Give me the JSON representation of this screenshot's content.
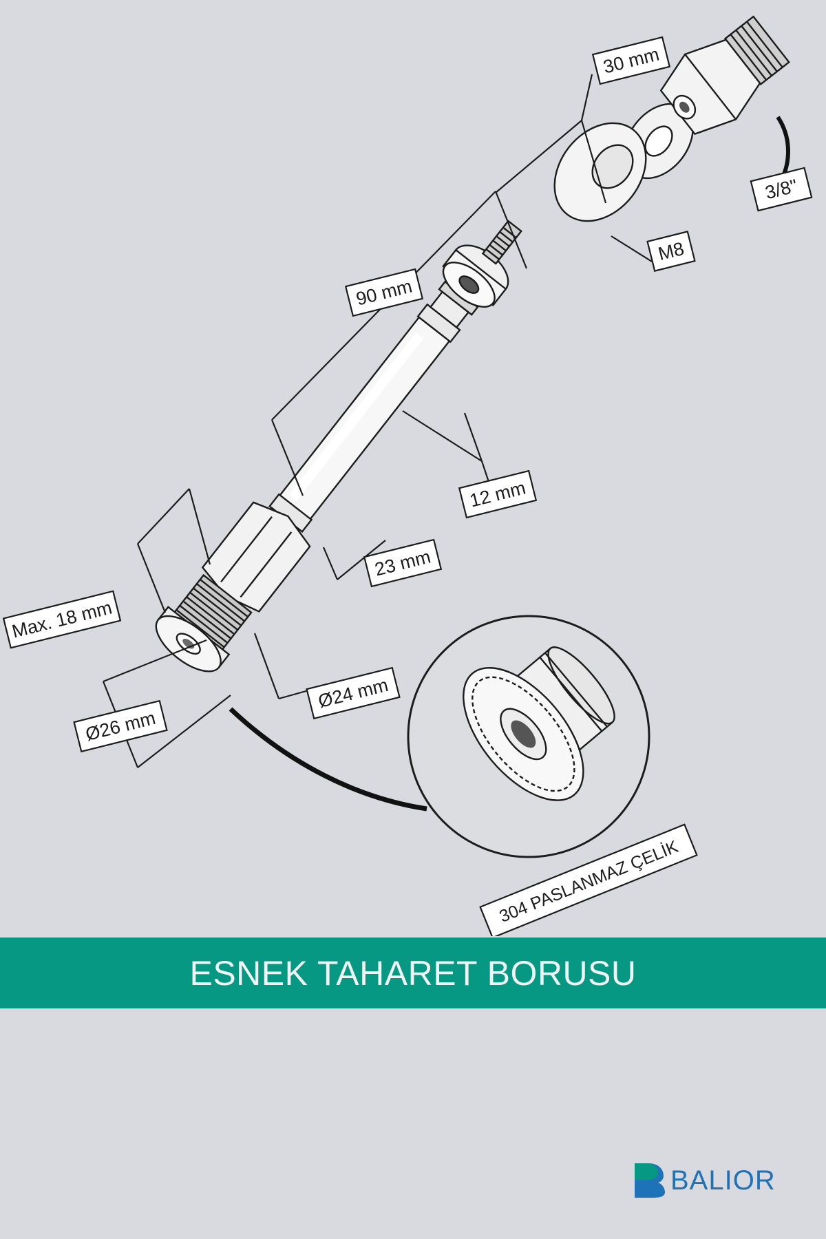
{
  "labels": {
    "len_30": "30 mm",
    "thread_38": "3/8\"",
    "thread_m8": "M8",
    "len_90": "90 mm",
    "dia_12": "12 mm",
    "len_23": "23 mm",
    "max_18": "Max. 18 mm",
    "dia_24": "Ø24 mm",
    "dia_26": "Ø26 mm",
    "material": "304 PASLANMAZ ÇELİK"
  },
  "banner": {
    "title": "ESNEK TAHARET BORUSU"
  },
  "brand": {
    "name": "BALIOR",
    "color": "#1d72b8",
    "accent": "#069882"
  }
}
